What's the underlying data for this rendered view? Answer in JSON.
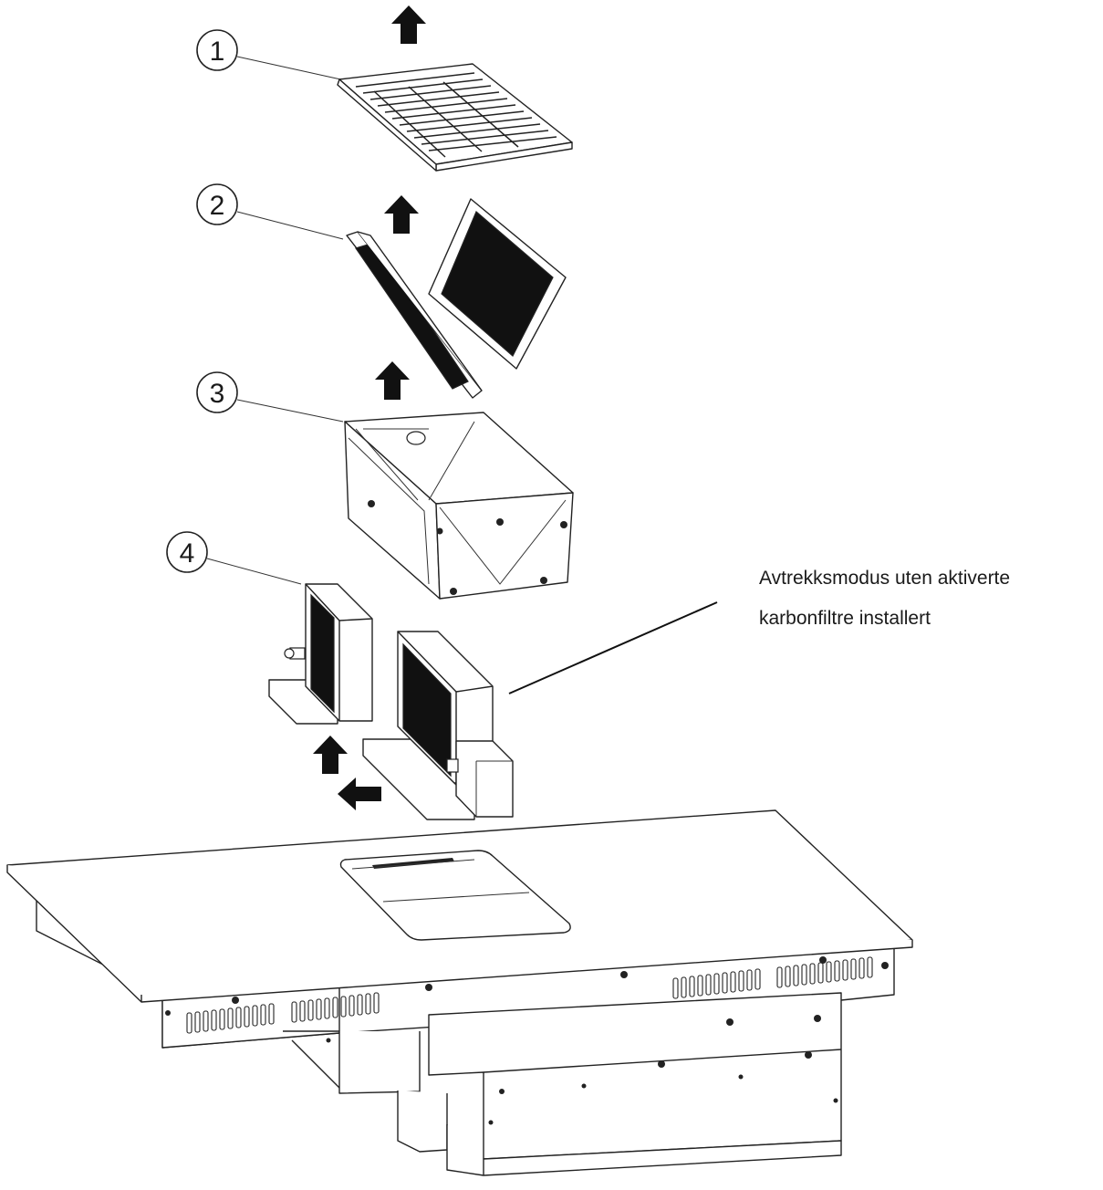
{
  "callouts": [
    {
      "label": "1"
    },
    {
      "label": "2"
    },
    {
      "label": "3"
    },
    {
      "label": "4"
    }
  ],
  "annotation": {
    "line1": "Avtrekksmodus uten aktiverte",
    "line2": "karbonfiltre installert"
  },
  "colors": {
    "line": "#222222",
    "filter_fill": "#111111",
    "background": "#ffffff"
  },
  "icons": [
    "arrow-up-icon",
    "arrow-left-icon"
  ]
}
